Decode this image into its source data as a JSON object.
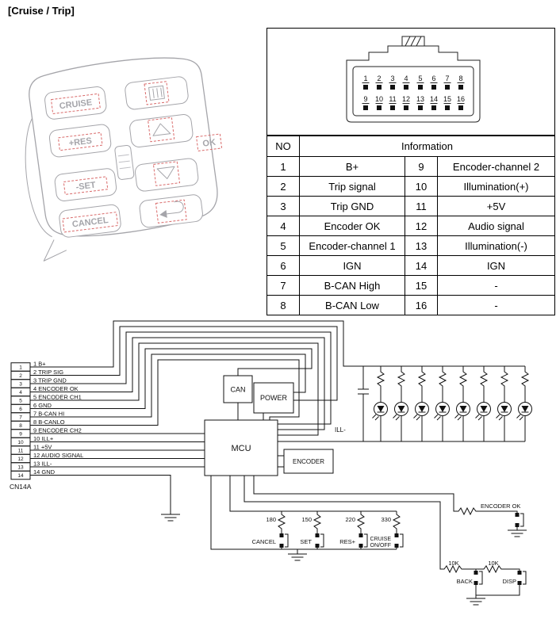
{
  "title": "[Cruise / Trip]",
  "control_illustration": {
    "buttons": {
      "cruise": "CRUISE",
      "res": "+RES",
      "set": "-SET",
      "cancel": "CANCEL",
      "ok": "OK"
    }
  },
  "connector": {
    "top_pins": [
      "1",
      "2",
      "3",
      "4",
      "5",
      "6",
      "7",
      "8"
    ],
    "bottom_pins": [
      "9",
      "10",
      "11",
      "12",
      "13",
      "14",
      "15",
      "16"
    ]
  },
  "pin_table": {
    "headers": {
      "no": "NO",
      "info": "Information"
    },
    "rows": [
      {
        "no1": "1",
        "info1": "B+",
        "no2": "9",
        "info2": "Encoder-channel 2"
      },
      {
        "no1": "2",
        "info1": "Trip signal",
        "no2": "10",
        "info2": "Illumination(+)"
      },
      {
        "no1": "3",
        "info1": "Trip GND",
        "no2": "11",
        "info2": "+5V"
      },
      {
        "no1": "4",
        "info1": "Encoder OK",
        "no2": "12",
        "info2": "Audio signal"
      },
      {
        "no1": "5",
        "info1": "Encoder-channel 1",
        "no2": "13",
        "info2": "Illumination(-)"
      },
      {
        "no1": "6",
        "info1": "IGN",
        "no2": "14",
        "info2": "IGN"
      },
      {
        "no1": "7",
        "info1": "B-CAN High",
        "no2": "15",
        "info2": "-"
      },
      {
        "no1": "8",
        "info1": "B-CAN Low",
        "no2": "16",
        "info2": "-"
      }
    ]
  },
  "schematic": {
    "connector_name": "CN14A",
    "pin_numbers": [
      "1",
      "2",
      "3",
      "4",
      "5",
      "6",
      "7",
      "8",
      "9",
      "10",
      "11",
      "12",
      "13",
      "14"
    ],
    "pin_labels": [
      "1 B+",
      "2 TRIP SIG",
      "3 TRIP GND",
      "4 ENCODER OK",
      "5 ENCODER CH1",
      "6 GND",
      "7 B-CAN HI",
      "8 B-CANLO",
      "9 ENCODER CH2",
      "10 ILL+",
      "11 +5V",
      "12 AUDIO SIGNAL",
      "13 ILL-",
      "14 GND"
    ],
    "blocks": {
      "can": "CAN",
      "power": "POWER",
      "mcu": "MCU",
      "encoder": "ENCODER"
    },
    "ill_minus": "ILL-",
    "buttons": [
      {
        "value": "180",
        "label": "CANCEL"
      },
      {
        "value": "150",
        "label": "SET"
      },
      {
        "value": "220",
        "label": "RES+"
      },
      {
        "value": "330",
        "label": "CRUISE",
        "label2": "ON/OFF"
      }
    ],
    "encoder_ok": "ENCODER OK",
    "back": {
      "value": "10K",
      "label": "BACK"
    },
    "disp": {
      "value": "10K",
      "label": "DISP"
    }
  }
}
